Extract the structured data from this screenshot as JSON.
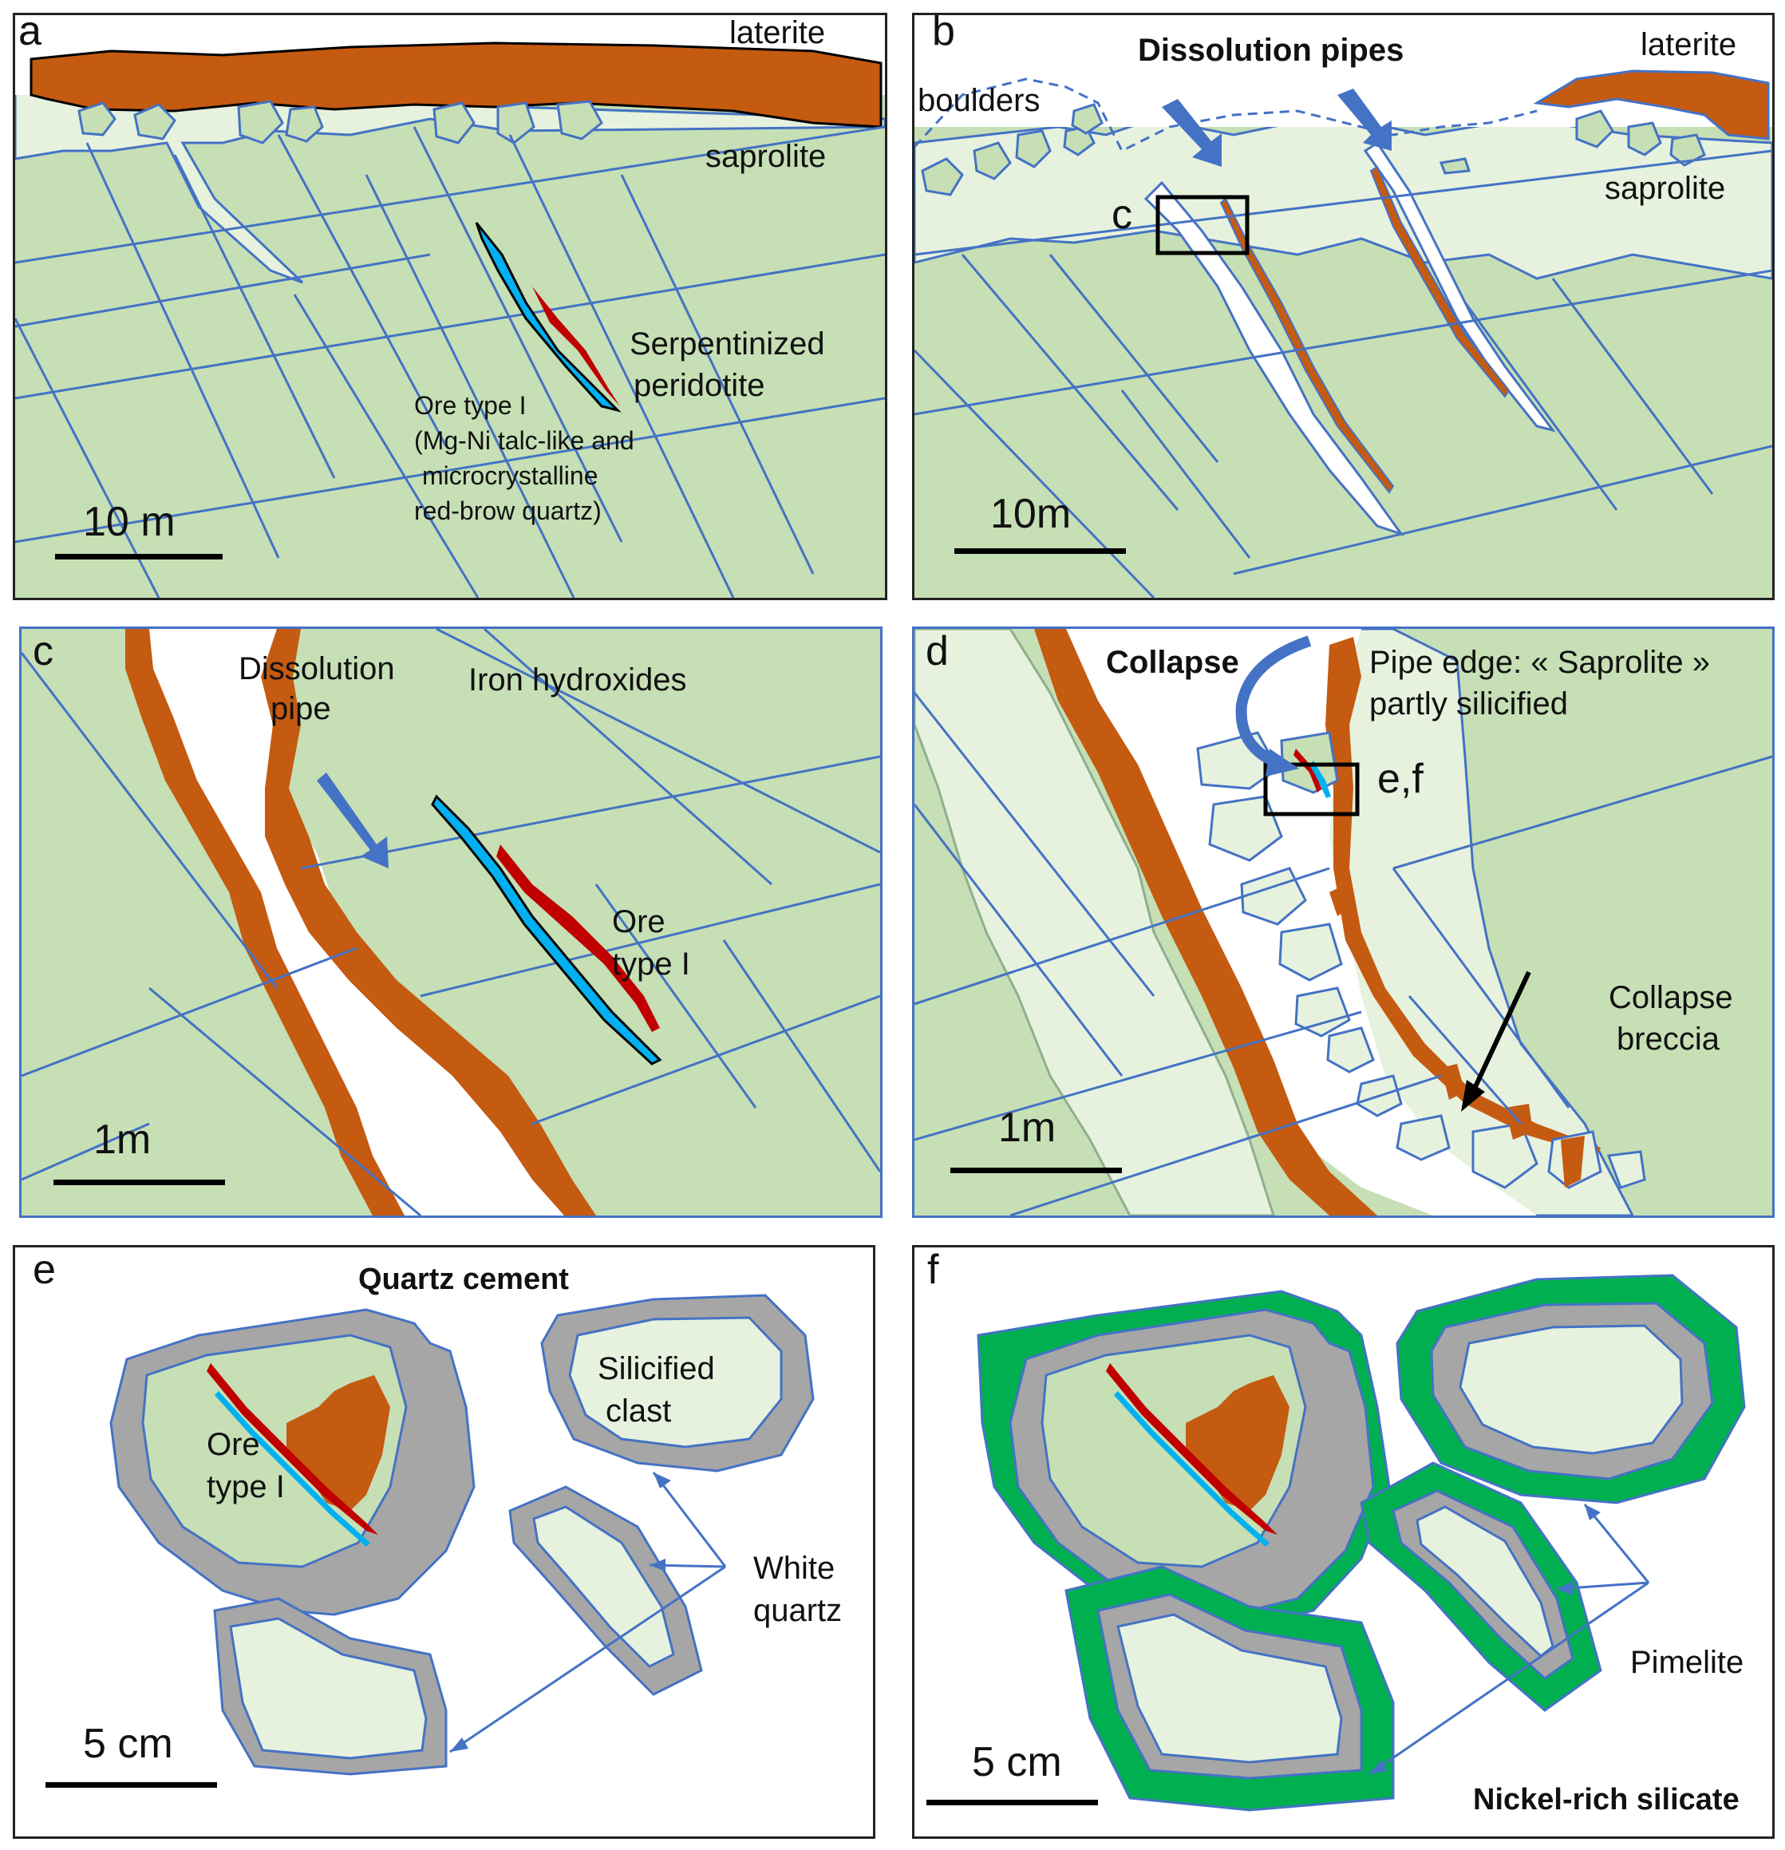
{
  "colors": {
    "serpentinite": "#c6dfb5",
    "saprolite": "#e6f2de",
    "laterite": "#c55a11",
    "fracture": "#4472c4",
    "ore_red": "#c00000",
    "ore_blue": "#00b0f0",
    "quartz_grey": "#a6a6a6",
    "pimelite_green": "#00b050",
    "arrow_blue": "#4472c4"
  },
  "panels": {
    "a": {
      "letter": "a",
      "laterite": "laterite",
      "saprolite": "saprolite",
      "rock_line1": "Serpentinized",
      "rock_line2": "peridotite",
      "ore_line1": "Ore type I",
      "ore_line2": "(Mg-Ni talc-like and",
      "ore_line3": "microcrystalline",
      "ore_line4": "red-brow quartz)",
      "scale": "10 m"
    },
    "b": {
      "letter": "b",
      "title": "Dissolution pipes",
      "boulders": "boulders",
      "laterite": "laterite",
      "saprolite": "saprolite",
      "inset": "c",
      "scale": "10m"
    },
    "c": {
      "letter": "c",
      "pipe_line1": "Dissolution",
      "pipe_line2": "pipe",
      "iron": "Iron hydroxides",
      "ore_line1": "Ore",
      "ore_line2": "type I",
      "scale": "1m"
    },
    "d": {
      "letter": "d",
      "collapse": "Collapse",
      "edge_line1": "Pipe edge: « Saprolite »",
      "edge_line2": "partly silicified",
      "inset": "e,f",
      "breccia_line1": "Collapse",
      "breccia_line2": "breccia",
      "scale": "1m"
    },
    "e": {
      "letter": "e",
      "title": "Quartz cement",
      "ore_line1": "Ore",
      "ore_line2": "type I",
      "clast_line1": "Silicified",
      "clast_line2": "clast",
      "quartz_line1": "White",
      "quartz_line2": "quartz",
      "scale": "5 cm"
    },
    "f": {
      "letter": "f",
      "pimelite": "Pimelite",
      "title": "Nickel-rich silicate",
      "scale": "5 cm"
    }
  }
}
